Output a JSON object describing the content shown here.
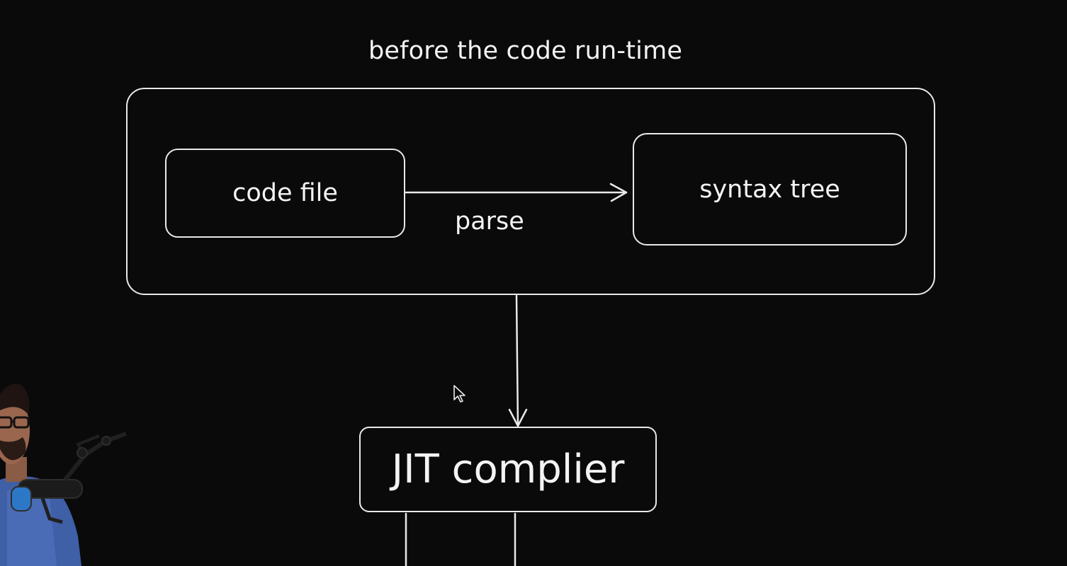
{
  "diagram": {
    "title": "before the code run-time",
    "nodes": {
      "code_file": "code file",
      "syntax_tree": "syntax tree",
      "jit_compiler": "JIT complier"
    },
    "edges": {
      "parse_label": "parse"
    }
  },
  "icons": {
    "cursor": "mouse-pointer-icon"
  },
  "colors": {
    "background": "#0b0a0b",
    "stroke": "#e9e9e9",
    "text": "#f4f4f4"
  }
}
